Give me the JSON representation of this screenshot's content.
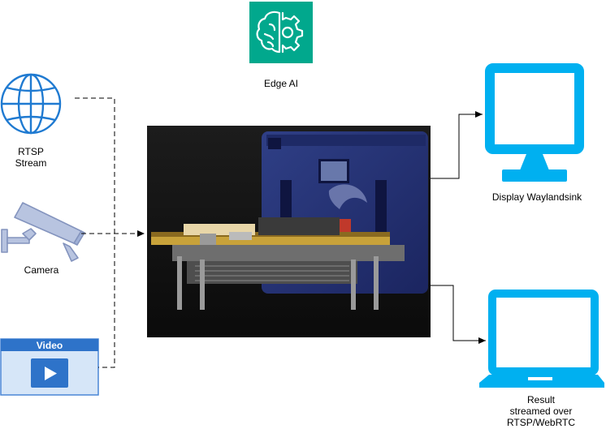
{
  "nodes": {
    "edge_ai": {
      "label": "Edge AI",
      "icon": "brain-gear-icon",
      "color": "#01A88D"
    },
    "rtsp": {
      "label": "RTSP\nStream",
      "icon": "globe-icon",
      "color": "#1F7AD1"
    },
    "camera": {
      "label": "Camera",
      "icon": "security-camera-icon",
      "color": "#B8C4E0"
    },
    "video": {
      "label": "Video",
      "icon": "video-player-icon",
      "color": "#4A86D6"
    },
    "board": {
      "icon": "embedded-board-image"
    },
    "display": {
      "label": "Display Waylandsink",
      "icon": "monitor-icon",
      "color": "#00B0F0"
    },
    "result": {
      "label": "Result\nstreamed over\nRTSP/WebRTC",
      "icon": "laptop-icon",
      "color": "#00B0F0"
    }
  }
}
